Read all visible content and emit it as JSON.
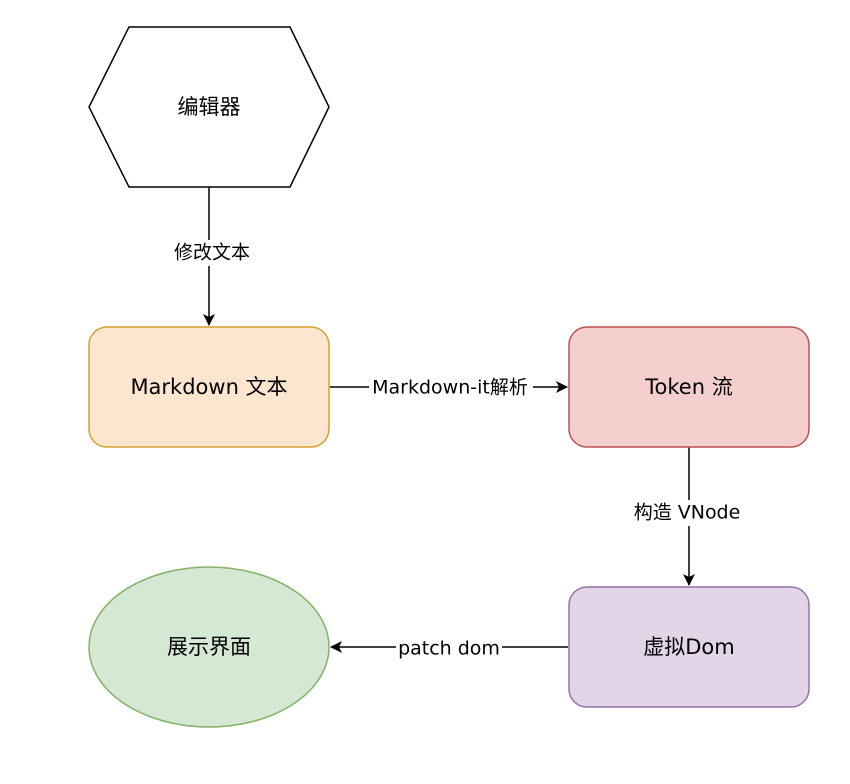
{
  "nodes": {
    "editor": {
      "label": "编辑器",
      "fill": "#ffffff",
      "stroke": "#000000"
    },
    "markdown": {
      "label": "Markdown 文本",
      "fill": "#fde6cf",
      "stroke": "#d6a02c"
    },
    "token": {
      "label": "Token 流",
      "fill": "#f4cfcd",
      "stroke": "#b85450"
    },
    "vdom": {
      "label": "虚拟Dom",
      "fill": "#e1d5e7",
      "stroke": "#9673a6"
    },
    "ui": {
      "label": "展示界面",
      "fill": "#d5e8d4",
      "stroke": "#82b366"
    }
  },
  "edges": {
    "edit_text": {
      "label": "修改文本"
    },
    "parse": {
      "label": "Markdown-it解析"
    },
    "build_vnode": {
      "label": "构造 VNode"
    },
    "patch": {
      "label": "patch dom"
    }
  }
}
